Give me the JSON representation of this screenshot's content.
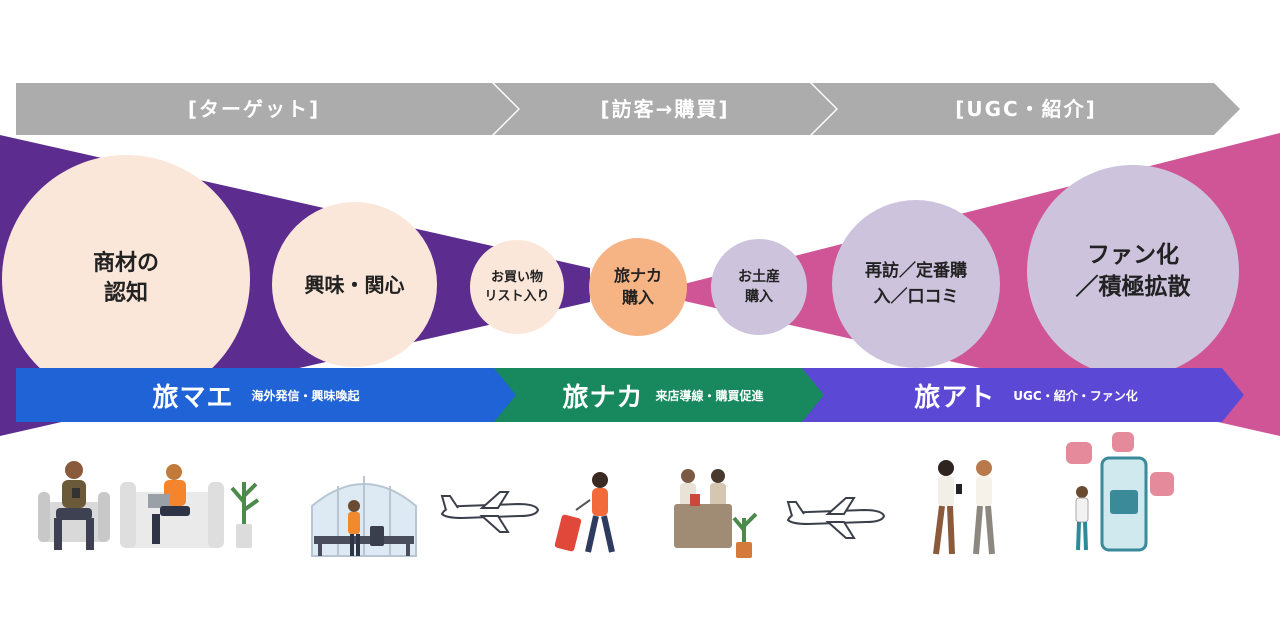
{
  "colors": {
    "chevron_gray": "#acacac",
    "funnel_purple": "#5c2d8e",
    "funnel_pink": "#cf5597",
    "circle_peach": "#fbe7da",
    "circle_orange": "#f6b384",
    "circle_lavender": "#cdc3dd",
    "phase_blue": "#1f63d6",
    "phase_green": "#18885e",
    "phase_violet": "#5b49d6"
  },
  "stages": [
    {
      "label": "[ターゲット]"
    },
    {
      "label": "[訪客→購買]"
    },
    {
      "label": "[UGC・紹介]"
    }
  ],
  "circles": [
    {
      "label": "商材の\n認知"
    },
    {
      "label": "興味・関心"
    },
    {
      "label": "お買い物\nリスト入り"
    },
    {
      "label": "旅ナカ\n購入"
    },
    {
      "label": "お土産\n購入"
    },
    {
      "label": "再訪／定番購\n入／口コミ"
    },
    {
      "label": "ファン化\n／積極拡散"
    }
  ],
  "phases": [
    {
      "title": "旅マエ",
      "subtitle": "海外発信・興味喚起"
    },
    {
      "title": "旅ナカ",
      "subtitle": "来店導線・購買促進"
    },
    {
      "title": "旅アト",
      "subtitle": "UGC・紹介・ファン化"
    }
  ],
  "illustrations": [
    {
      "icon": "person-sofa-phone-icon"
    },
    {
      "icon": "person-laptop-plant-icon"
    },
    {
      "icon": "airport-waiting-icon"
    },
    {
      "icon": "airplane-icon"
    },
    {
      "icon": "traveler-suitcase-icon"
    },
    {
      "icon": "shop-counter-icon"
    },
    {
      "icon": "airplane-icon"
    },
    {
      "icon": "people-chatting-icon"
    },
    {
      "icon": "social-media-icon"
    }
  ]
}
